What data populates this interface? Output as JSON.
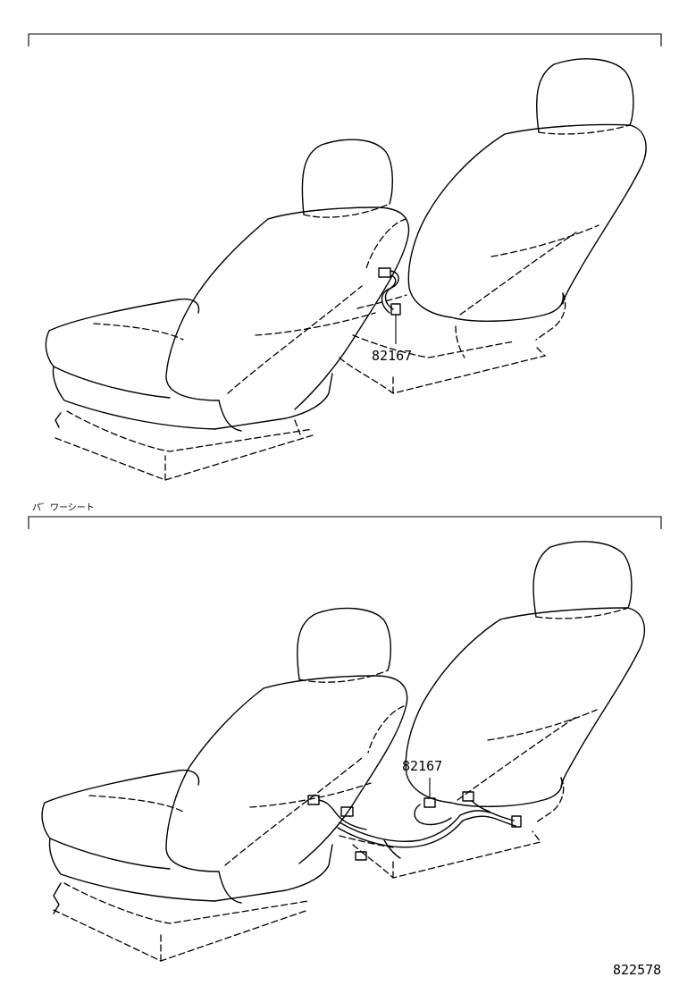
{
  "top_panel": {
    "callout": {
      "part_number": "82167"
    }
  },
  "bottom_panel": {
    "section_title": "パ゛ワーシート",
    "callout": {
      "part_number": "82167"
    }
  },
  "reference_number": "822578"
}
